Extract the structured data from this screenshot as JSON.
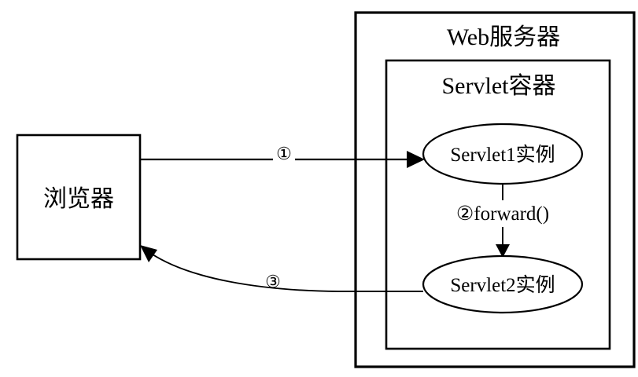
{
  "diagram": {
    "title": "Servlet forward request flow",
    "background_color": "#ffffff",
    "stroke_color": "#000000",
    "nodes": {
      "browser": {
        "label": "浏览器",
        "shape": "rectangle"
      },
      "web_server": {
        "label": "Web服务器",
        "shape": "rectangle"
      },
      "servlet_container": {
        "label": "Servlet容器",
        "shape": "rectangle"
      },
      "servlet1": {
        "label": "Servlet1实例",
        "shape": "ellipse"
      },
      "servlet2": {
        "label": "Servlet2实例",
        "shape": "ellipse"
      }
    },
    "edges": [
      {
        "id": "request",
        "label": "①",
        "from": "browser",
        "to": "servlet1",
        "style": "straight-arrow"
      },
      {
        "id": "forward",
        "label": "②forward()",
        "from": "servlet1",
        "to": "servlet2",
        "style": "straight-arrow"
      },
      {
        "id": "response",
        "label": "③",
        "from": "servlet2",
        "to": "browser",
        "style": "curved-arrow"
      }
    ]
  }
}
